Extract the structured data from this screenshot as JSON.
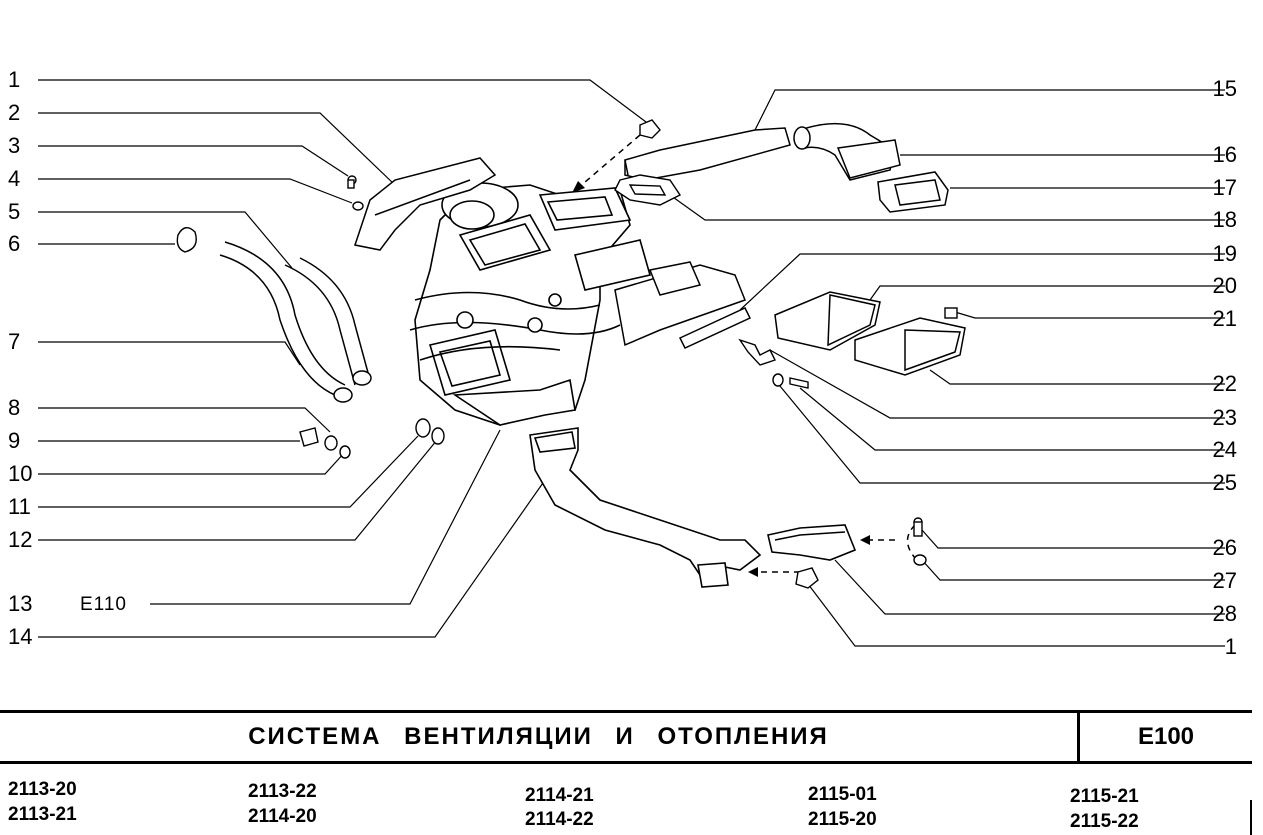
{
  "title": "СИСТЕМА   ВЕНТИЛЯЦИИ   И   ОТОПЛЕНИЯ",
  "code": "E100",
  "variant_label": "E110",
  "left_callouts": [
    "1",
    "2",
    "3",
    "4",
    "5",
    "6",
    "7",
    "8",
    "9",
    "10",
    "11",
    "12",
    "13",
    "14"
  ],
  "right_callouts": [
    "15",
    "16",
    "17",
    "18",
    "19",
    "20",
    "21",
    "22",
    "23",
    "24",
    "25",
    "26",
    "27",
    "28",
    "1"
  ],
  "models": [
    [
      "2113-20",
      "2113-21"
    ],
    [
      "2113-22",
      "2114-20"
    ],
    [
      "2114-21",
      "2114-22"
    ],
    [
      "2115-01",
      "2115-20"
    ],
    [
      "2115-21",
      "2115-22"
    ]
  ]
}
